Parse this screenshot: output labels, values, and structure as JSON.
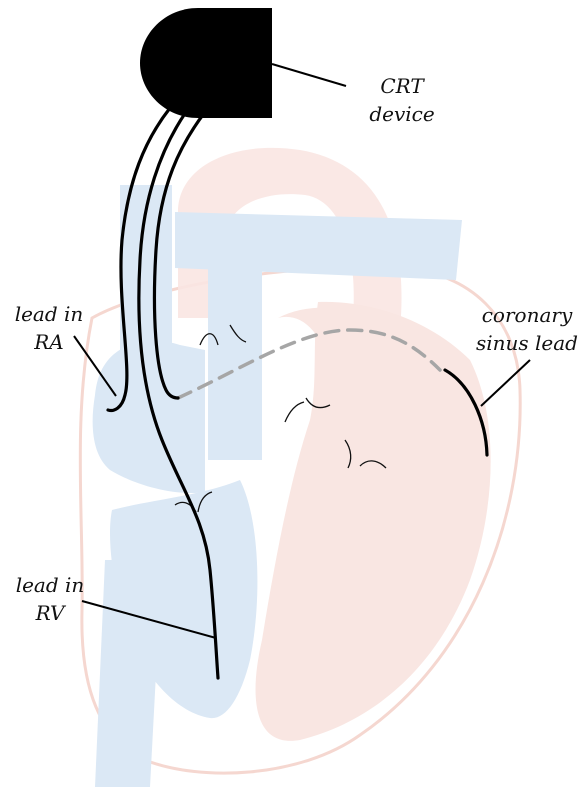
{
  "labels": {
    "device_line1": "CRT",
    "device_line2": "device",
    "ra_line1": "lead in",
    "ra_line2": "RA",
    "cs_line1": "coronary",
    "cs_line2": "sinus lead",
    "rv_line1": "lead in",
    "rv_line2": "RV"
  },
  "colors": {
    "right_heart": "#dbe8f5",
    "left_heart": "#f9e6e2",
    "outline": "#f3d3cc",
    "lead": "#000000",
    "coronary_sinus_dash": "#a6a6a6",
    "device": "#000000"
  }
}
